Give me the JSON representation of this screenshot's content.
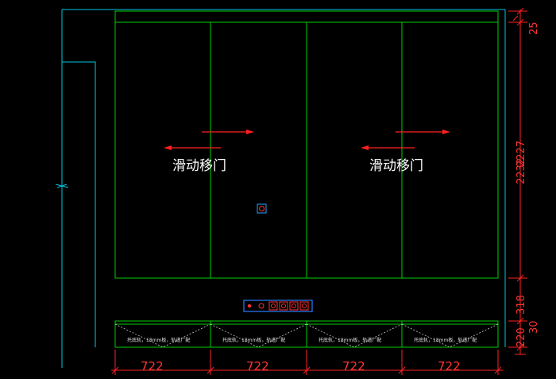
{
  "labels": {
    "door_left": "滑动移门",
    "door_right": "滑动移门",
    "drawer_note": "托底轨，18mm板，轨道厂配"
  },
  "dimensions": {
    "bottom": [
      "722",
      "722",
      "722",
      "722"
    ],
    "right_top": "25",
    "right_main_a": "2227",
    "right_main_b": "2232",
    "right_318": "318",
    "right_220": "220",
    "right_30": "30"
  },
  "colors": {
    "background": "#000000",
    "wall_line": "#00c8e0",
    "cabinet_line": "#00d000",
    "dimension": "#ff2222",
    "arrow": "#ff2020",
    "outlet": "#ff3030",
    "outlet_frame": "#2a7fff"
  },
  "icons": {
    "switch": "switch-box-icon",
    "outlet_strip": "socket-strip-icon"
  }
}
